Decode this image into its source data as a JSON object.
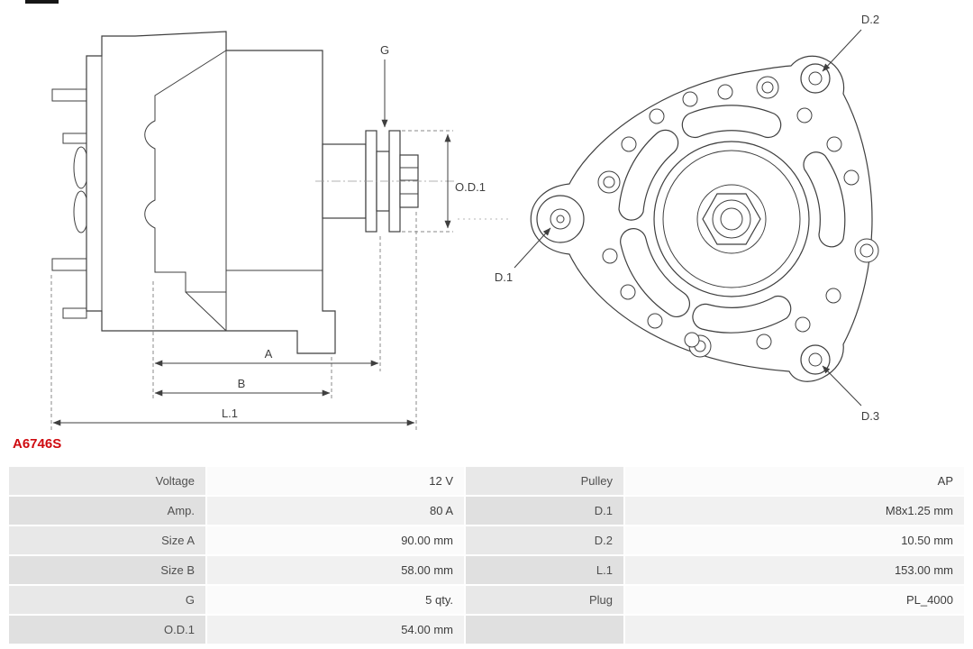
{
  "part": {
    "number": "A6746S"
  },
  "diagram": {
    "labels": {
      "g": "G",
      "od1": "O.D.1",
      "a": "A",
      "b": "B",
      "l1": "L.1",
      "d1": "D.1",
      "d2": "D.2",
      "d3": "D.3"
    }
  },
  "spec_table": {
    "rows": [
      {
        "label_left": "Voltage",
        "value_left": "12 V",
        "label_right": "Pulley",
        "value_right": "AP"
      },
      {
        "label_left": "Amp.",
        "value_left": "80 A",
        "label_right": "D.1",
        "value_right": "M8x1.25 mm"
      },
      {
        "label_left": "Size A",
        "value_left": "90.00 mm",
        "label_right": "D.2",
        "value_right": "10.50 mm"
      },
      {
        "label_left": "Size B",
        "value_left": "58.00 mm",
        "label_right": "L.1",
        "value_right": "153.00 mm"
      },
      {
        "label_left": "G",
        "value_left": "5 qty.",
        "label_right": "Plug",
        "value_right": "PL_4000"
      },
      {
        "label_left": "O.D.1",
        "value_left": "54.00 mm",
        "label_right": "",
        "value_right": ""
      }
    ]
  },
  "colors": {
    "accent": "#cf0a0f",
    "line": "#3f3f3f",
    "label_bg": "#e8e8e8"
  }
}
